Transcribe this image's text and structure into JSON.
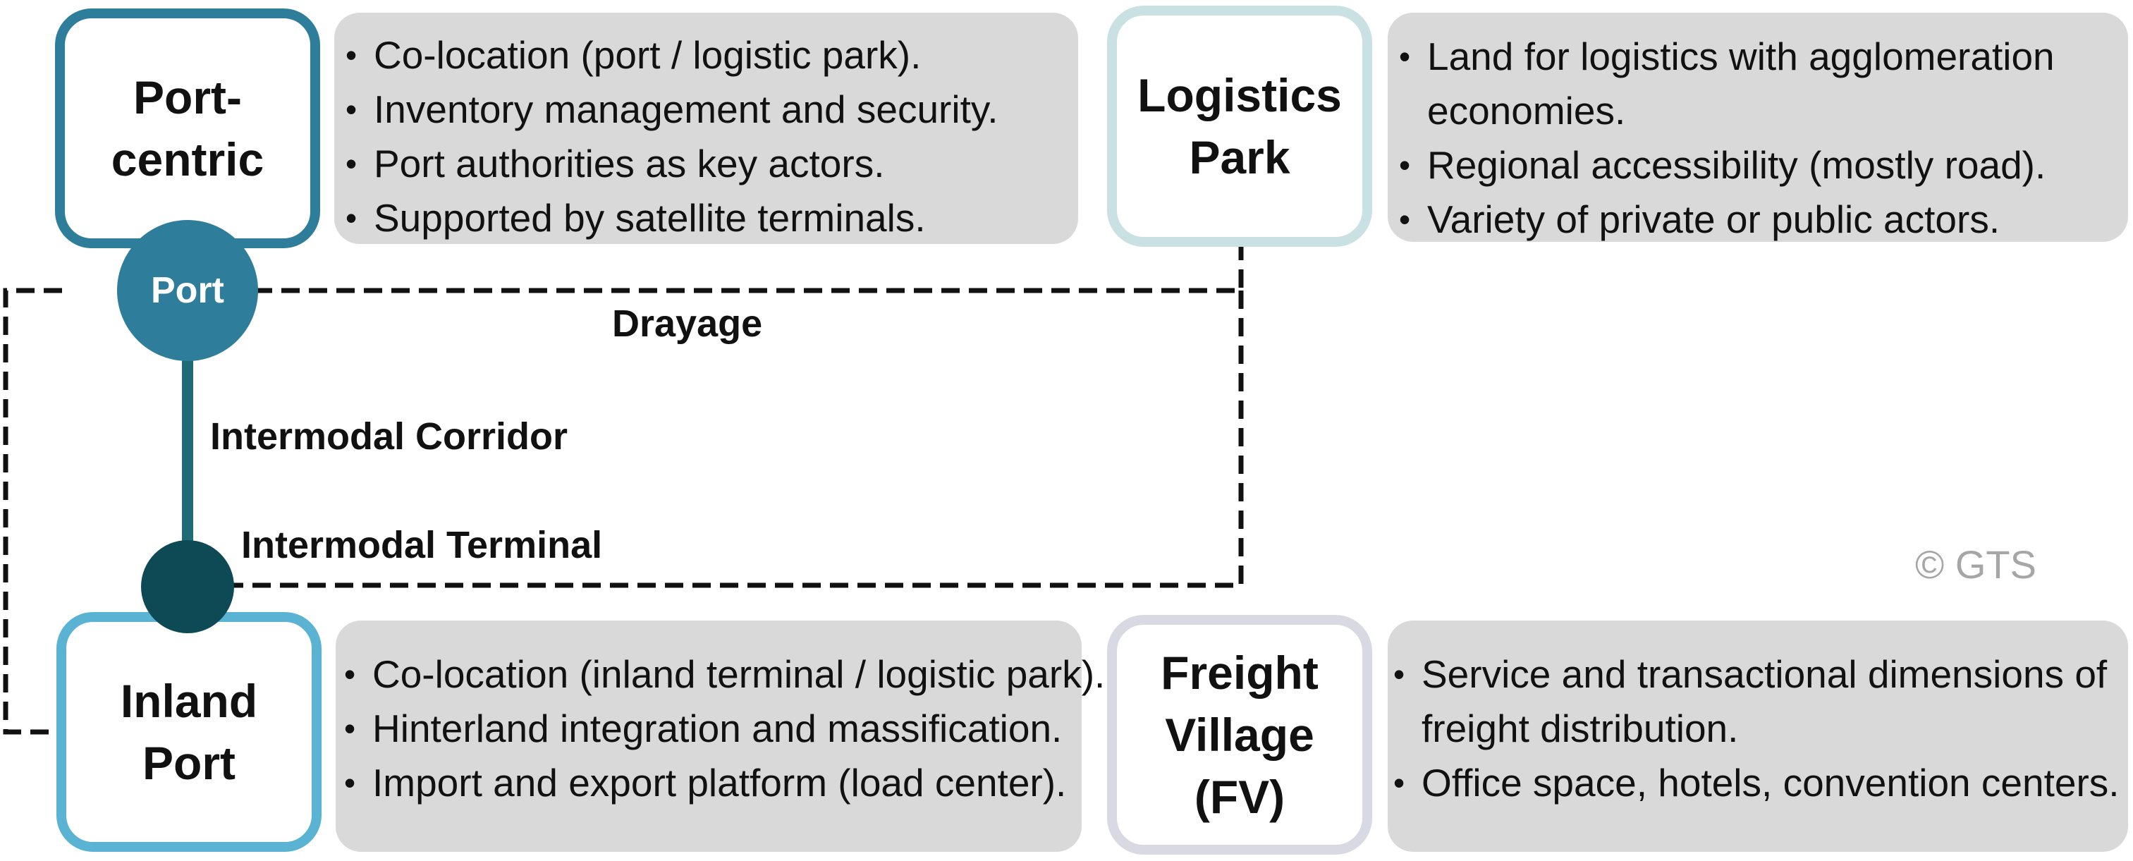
{
  "colors": {
    "port_centric": "#2e7d9a",
    "logistics_park": "#c9e1e3",
    "inland_port": "#5bb3d4",
    "freight_village": "#d9d9e3",
    "port_node": "#2e7d9a",
    "terminal_node": "#0d4a55",
    "panel_bg": "#d9d9d9",
    "corridor": "#1f6b75"
  },
  "boxes": {
    "port_centric": "Port-\ncentric",
    "logistics_park": "Logistics\nPark",
    "inland_port": "Inland\nPort",
    "freight_village": "Freight\nVillage\n(FV)"
  },
  "panels": {
    "port_centric": [
      "Co-location (port / logistic park).",
      "Inventory management and security.",
      "Port authorities as key actors.",
      "Supported by satellite terminals."
    ],
    "logistics_park": [
      "Land for logistics with agglomeration",
      "economies.",
      "Regional accessibility (mostly road).",
      "Variety of private or public actors."
    ],
    "inland_port": [
      "Co-location (inland terminal / logistic park).",
      "Hinterland integration and massification.",
      "Import and export platform (load center)."
    ],
    "freight_village": [
      "Service and transactional dimensions of",
      "freight distribution.",
      "Office space, hotels, convention centers."
    ]
  },
  "nodes": {
    "port": "Port",
    "terminal": ""
  },
  "labels": {
    "drayage": "Drayage",
    "corridor": "Intermodal Corridor",
    "terminal": "Intermodal Terminal"
  },
  "copyright": "© GTS"
}
